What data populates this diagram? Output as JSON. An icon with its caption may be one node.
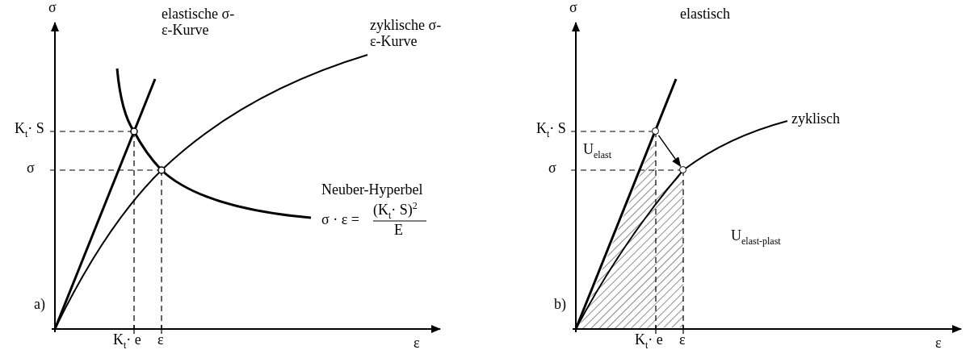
{
  "diagram": {
    "nodes": [
      {
        "text": [],
        "shape": "circle"
      },
      {
        "text": [],
        "shape": "circle"
      }
    ],
    "edges": [
      {
        "from": 0,
        "to": 1,
        "arrow": "to"
      }
    ],
    "labels": [
      "σ",
      "elastische σ-ε-Kurve",
      "zyklische σ-ε-Kurve",
      "K$_{t}$· S",
      "σ",
      "Neuber-Hyperbel",
      "σ · ε =",
      "(K$_{t}$· S)$^{2}$",
      "E",
      "a)",
      "K$_{t}$· e",
      "ε",
      "ε",
      "σ",
      "elastisch",
      "zyklisch",
      "K$_{t}$· S",
      "U$_{elast}$",
      "σ",
      "U$_{elast-plast}$",
      "b)",
      "K$_{t}$· e",
      "ε",
      "ε"
    ]
  }
}
